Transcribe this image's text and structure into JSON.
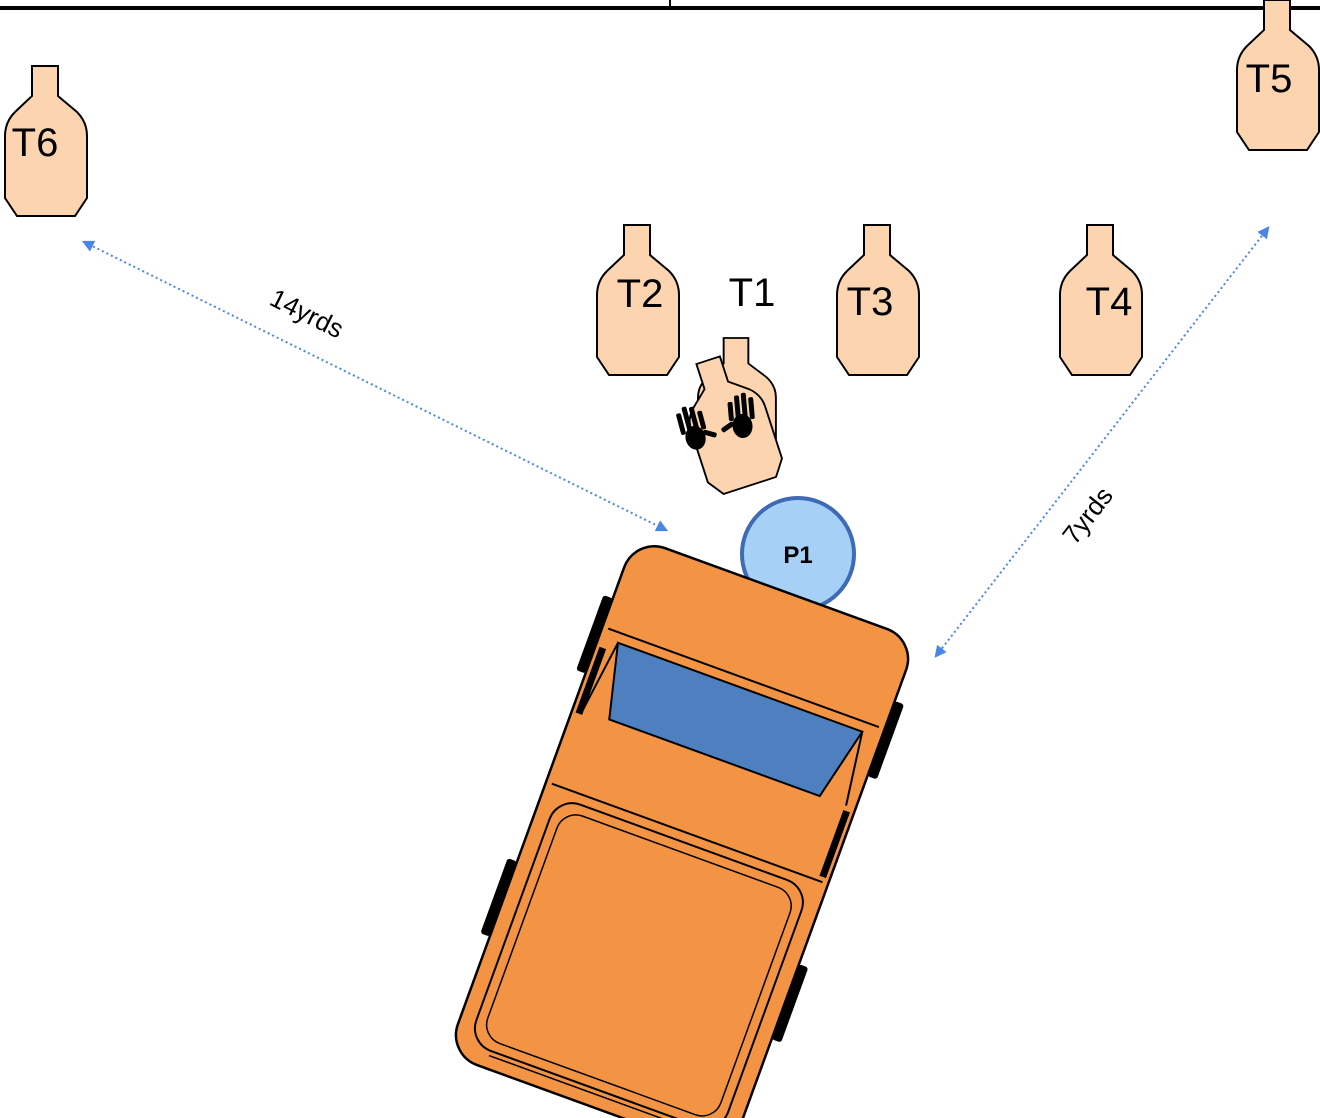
{
  "targets": [
    {
      "id": "t6",
      "label": "T6"
    },
    {
      "id": "t5",
      "label": "T5"
    },
    {
      "id": "t2",
      "label": "T2"
    },
    {
      "id": "t1",
      "label": "T1"
    },
    {
      "id": "t3",
      "label": "T3"
    },
    {
      "id": "t4",
      "label": "T4"
    }
  ],
  "no_shoot": {
    "icon": "hands-no-shoot-icon"
  },
  "position": {
    "label": "P1"
  },
  "distances": {
    "left": "14yrds",
    "right": "7yrds"
  },
  "colors": {
    "target_fill": "#FCD5B0",
    "arrow": "#4A86E8",
    "p1_fill": "#A7D0F7",
    "p1_stroke": "#3D6BB5",
    "vehicle_body": "#F39444",
    "windshield": "#4E7FBF"
  },
  "vehicle": {
    "icon": "pickup-truck-icon"
  }
}
